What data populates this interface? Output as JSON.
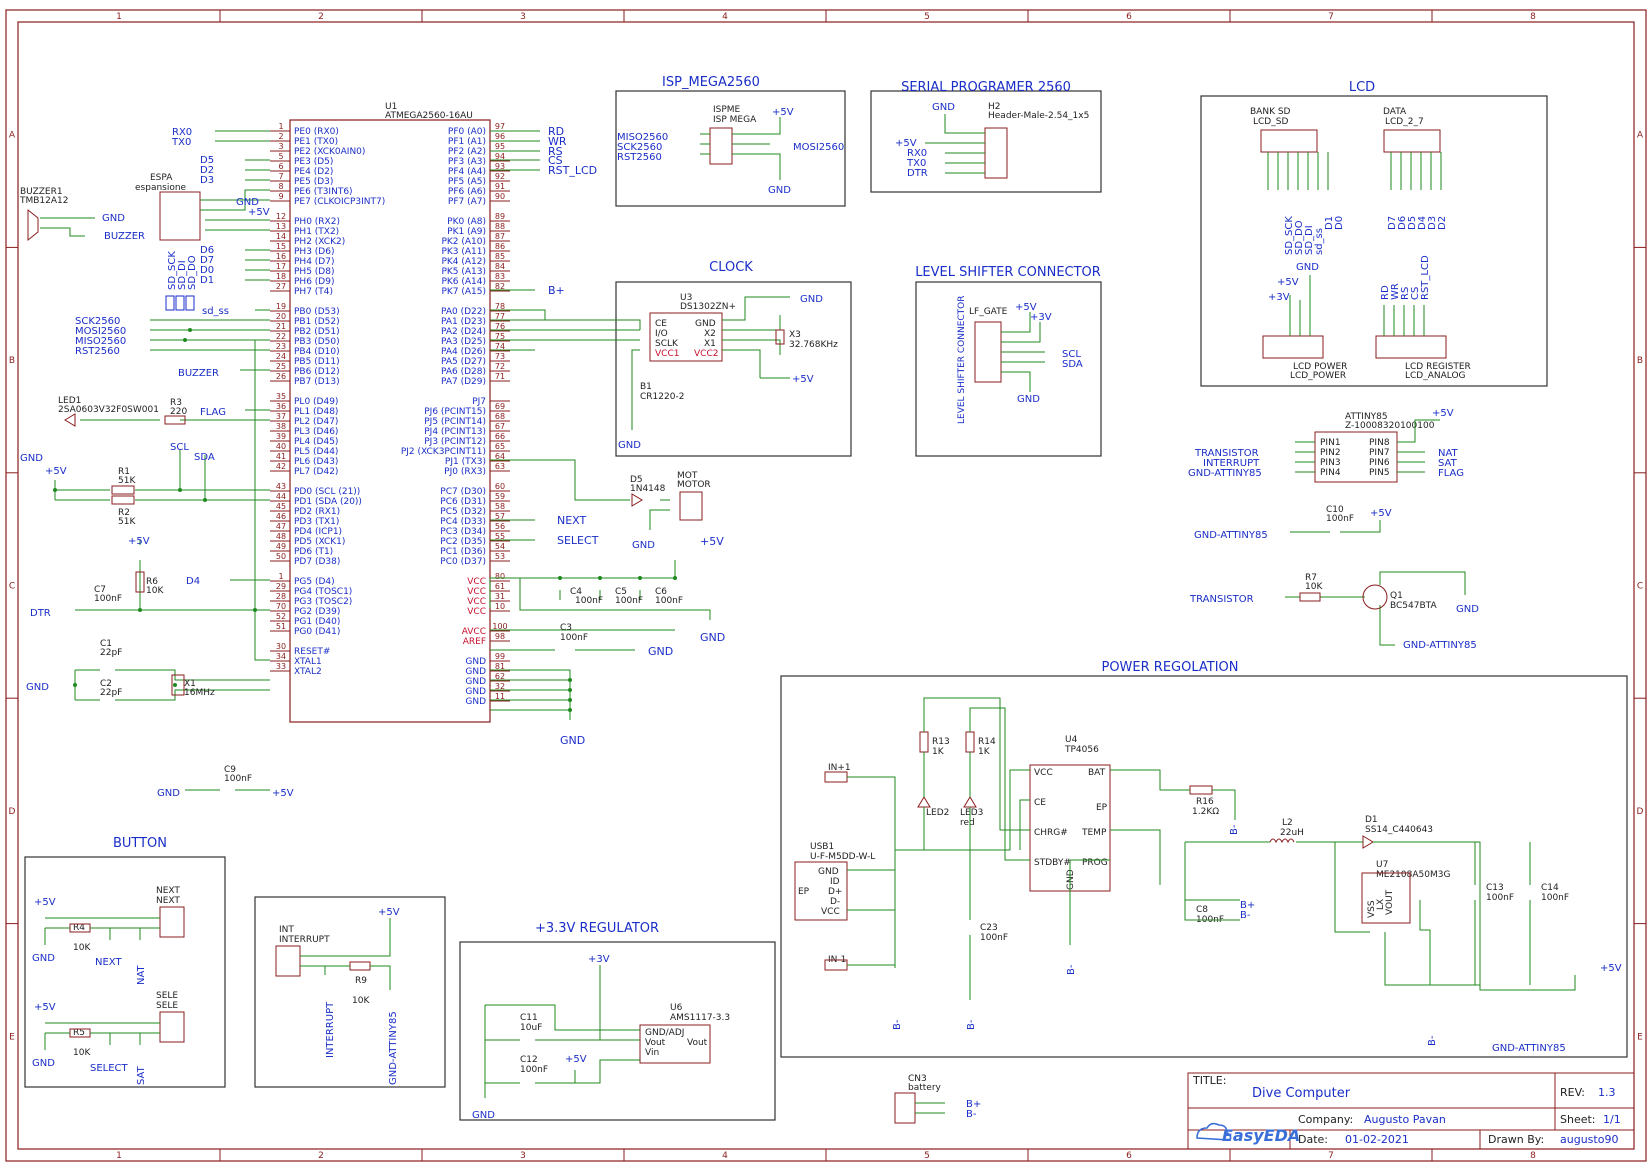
{
  "frame": {
    "columns": [
      "1",
      "2",
      "3",
      "4",
      "5",
      "6",
      "7",
      "8"
    ],
    "rows": [
      "A",
      "B",
      "C",
      "D",
      "E"
    ]
  },
  "blocks": {
    "isp": "ISP_MEGA2560",
    "serial": "SERIAL PROGRAMER 2560",
    "lcd": "LCD",
    "clock": "CLOCK",
    "level": "LEVEL SHIFTER CONNECTOR",
    "power": "POWER REGOLATION",
    "button": "BUTTON",
    "reg": "+3.3V REGULATOR"
  },
  "mcu": {
    "ref": "U1",
    "part": "ATMEGA2560-16AU",
    "left_pins": [
      {
        "n": "1",
        "t": "PE0 (RX0)"
      },
      {
        "n": "2",
        "t": "PE1 (TX0)"
      },
      {
        "n": "3",
        "t": "PE2 (XCK0AIN0)"
      },
      {
        "n": "5",
        "t": "PE3 (D5)"
      },
      {
        "n": "6",
        "t": "PE4 (D2)"
      },
      {
        "n": "7",
        "t": "PE5 (D3)"
      },
      {
        "n": "8",
        "t": "PE6 (T3INT6)"
      },
      {
        "n": "9",
        "t": "PE7 (CLKOICP3INT7)"
      },
      {
        "n": "12",
        "t": "PH0 (RX2)"
      },
      {
        "n": "13",
        "t": "PH1 (TX2)"
      },
      {
        "n": "14",
        "t": "PH2 (XCK2)"
      },
      {
        "n": "15",
        "t": "PH3 (D6)"
      },
      {
        "n": "16",
        "t": "PH4 (D7)"
      },
      {
        "n": "17",
        "t": "PH5 (D8)"
      },
      {
        "n": "18",
        "t": "PH6 (D9)"
      },
      {
        "n": "27",
        "t": "PH7 (T4)"
      },
      {
        "n": "19",
        "t": "PB0 (D53)"
      },
      {
        "n": "20",
        "t": "PB1 (D52)"
      },
      {
        "n": "21",
        "t": "PB2 (D51)"
      },
      {
        "n": "22",
        "t": "PB3 (D50)"
      },
      {
        "n": "23",
        "t": "PB4 (D10)"
      },
      {
        "n": "24",
        "t": "PB5 (D11)"
      },
      {
        "n": "25",
        "t": "PB6 (D12)"
      },
      {
        "n": "26",
        "t": "PB7 (D13)"
      },
      {
        "n": "35",
        "t": "PL0 (D49)"
      },
      {
        "n": "36",
        "t": "PL1 (D48)"
      },
      {
        "n": "37",
        "t": "PL2 (D47)"
      },
      {
        "n": "38",
        "t": "PL3 (D46)"
      },
      {
        "n": "39",
        "t": "PL4 (D45)"
      },
      {
        "n": "40",
        "t": "PL5 (D44)"
      },
      {
        "n": "41",
        "t": "PL6 (D43)"
      },
      {
        "n": "42",
        "t": "PL7 (D42)"
      },
      {
        "n": "43",
        "t": "PD0 (SCL (21))"
      },
      {
        "n": "44",
        "t": "PD1 (SDA (20))"
      },
      {
        "n": "45",
        "t": "PD2 (RX1)"
      },
      {
        "n": "46",
        "t": "PD3 (TX1)"
      },
      {
        "n": "47",
        "t": "PD4 (ICP1)"
      },
      {
        "n": "48",
        "t": "PD5 (XCK1)"
      },
      {
        "n": "49",
        "t": "PD6 (T1)"
      },
      {
        "n": "50",
        "t": "PD7 (D38)"
      },
      {
        "n": "1",
        "t": "PG5 (D4)"
      },
      {
        "n": "29",
        "t": "PG4 (TOSC1)"
      },
      {
        "n": "28",
        "t": "PG3 (TOSC2)"
      },
      {
        "n": "70",
        "t": "PG2 (D39)"
      },
      {
        "n": "52",
        "t": "PG1 (D40)"
      },
      {
        "n": "51",
        "t": "PG0 (D41)"
      },
      {
        "n": "30",
        "t": "RESET#"
      },
      {
        "n": "34",
        "t": "XTAL1"
      },
      {
        "n": "33",
        "t": "XTAL2"
      }
    ],
    "right_pins": [
      {
        "n": "97",
        "t": "PF0 (A0)"
      },
      {
        "n": "96",
        "t": "PF1 (A1)"
      },
      {
        "n": "95",
        "t": "PF2 (A2)"
      },
      {
        "n": "94",
        "t": "PF3 (A3)"
      },
      {
        "n": "93",
        "t": "PF4 (A4)"
      },
      {
        "n": "92",
        "t": "PF5 (A5)"
      },
      {
        "n": "91",
        "t": "PF6 (A6)"
      },
      {
        "n": "90",
        "t": "PF7 (A7)"
      },
      {
        "n": "89",
        "t": "PK0 (A8)"
      },
      {
        "n": "88",
        "t": "PK1 (A9)"
      },
      {
        "n": "87",
        "t": "PK2 (A10)"
      },
      {
        "n": "86",
        "t": "PK3 (A11)"
      },
      {
        "n": "85",
        "t": "PK4 (A12)"
      },
      {
        "n": "84",
        "t": "PK5 (A13)"
      },
      {
        "n": "83",
        "t": "PK6 (A14)"
      },
      {
        "n": "82",
        "t": "PK7 (A15)"
      },
      {
        "n": "78",
        "t": "PA0 (D22)"
      },
      {
        "n": "77",
        "t": "PA1 (D23)"
      },
      {
        "n": "76",
        "t": "PA2 (D24)"
      },
      {
        "n": "75",
        "t": "PA3 (D25)"
      },
      {
        "n": "74",
        "t": "PA4 (D26)"
      },
      {
        "n": "73",
        "t": "PA5 (D27)"
      },
      {
        "n": "72",
        "t": "PA6 (D28)"
      },
      {
        "n": "71",
        "t": "PA7 (D29)"
      },
      {
        "n": "",
        "t": "PJ7"
      },
      {
        "n": "69",
        "t": "PJ6 (PCINT15)"
      },
      {
        "n": "68",
        "t": "PJ5 (PCINT14)"
      },
      {
        "n": "67",
        "t": "PJ4 (PCINT13)"
      },
      {
        "n": "66",
        "t": "PJ3 (PCINT12)"
      },
      {
        "n": "65",
        "t": "PJ2 (XCK3PCINT11)"
      },
      {
        "n": "64",
        "t": "PJ1 (TX3)"
      },
      {
        "n": "63",
        "t": "PJ0 (RX3)"
      },
      {
        "n": "60",
        "t": "PC7 (D30)"
      },
      {
        "n": "59",
        "t": "PC6 (D31)"
      },
      {
        "n": "58",
        "t": "PC5 (D32)"
      },
      {
        "n": "57",
        "t": "PC4 (D33)"
      },
      {
        "n": "56",
        "t": "PC3 (D34)"
      },
      {
        "n": "55",
        "t": "PC2 (D35)"
      },
      {
        "n": "54",
        "t": "PC1 (D36)"
      },
      {
        "n": "53",
        "t": "PC0 (D37)"
      },
      {
        "n": "80",
        "t": "VCC"
      },
      {
        "n": "61",
        "t": "VCC"
      },
      {
        "n": "31",
        "t": "VCC"
      },
      {
        "n": "10",
        "t": "VCC"
      },
      {
        "n": "100",
        "t": "AVCC"
      },
      {
        "n": "98",
        "t": "AREF"
      },
      {
        "n": "99",
        "t": "GND"
      },
      {
        "n": "81",
        "t": "GND"
      },
      {
        "n": "62",
        "t": "GND"
      },
      {
        "n": "32",
        "t": "GND"
      },
      {
        "n": "11",
        "t": "GND"
      }
    ],
    "right_nets": [
      "RD",
      "WR",
      "RS",
      "CS",
      "RST_LCD"
    ]
  },
  "labels": {
    "rx0": "RX0",
    "tx0": "TX0",
    "d5": "D5",
    "d2": "D2",
    "d3": "D3",
    "d6": "D6",
    "d7": "D7",
    "d0": "D0",
    "d1": "D1",
    "espa_ref": "ESPA",
    "espa_part": "espansione",
    "gnd": "GND",
    "p5v": "+5V",
    "p3v": "+3V",
    "buzzer_ref": "BUZZER1",
    "buzzer_part": "TMB12A12",
    "buzzer": "BUZZER",
    "sd_sck": "SD_SCK",
    "sd_di": "SD_DI",
    "sd_do": "SD_DO",
    "sd_ss": "sd_ss",
    "sck": "SCK2560",
    "mosi": "MOSI2560",
    "miso": "MISO2560",
    "rst": "RST2560",
    "led1_ref": "LED1",
    "led1_part": "2SA0603V32F0SW001",
    "r3": "R3",
    "r3v": "220",
    "flag": "FLAG",
    "scl": "SCL",
    "sda": "SDA",
    "r1": "R1",
    "r1v": "51K",
    "r2": "R2",
    "r2v": "51K",
    "r6": "R6",
    "r6v": "10K",
    "d4": "D4",
    "c7": "C7",
    "c7v": "100nF",
    "dtr": "DTR",
    "c1": "C1",
    "c1v": "22pF",
    "c2": "C2",
    "c2v": "22pF",
    "x1": "X1",
    "x1v": "16MHz",
    "c9": "C9",
    "c9v": "100nF",
    "bplus": "B+",
    "bminus": "B-",
    "c4": "C4",
    "c4v": "100nF",
    "c5": "C5",
    "c5v": "100nF",
    "c6": "C6",
    "c6v": "100nF",
    "c3": "C3",
    "c3v": "100nF",
    "next": "NEXT",
    "select": "SELECT",
    "d5diode": "D5",
    "d5part": "1N4148",
    "mot": "MOT",
    "motor": "MOTOR",
    "ispme": "ISPME",
    "ispmega": "ISP MEGA",
    "h2": "H2",
    "h2part": "Header-Male-2.54_1x5",
    "dtr_net": "DTR",
    "u3": "U3",
    "u3part": "DS1302ZN+",
    "x3": "X3",
    "x3v": "32.768KHz",
    "b1": "B1",
    "b1v": "CR1220-2",
    "ce": "CE",
    "io": "I/O",
    "sclk": "SCLK",
    "vcc1": "VCC1",
    "gndpin": "GND",
    "x2": "X2",
    "x1pin": "X1",
    "vcc2": "VCC2",
    "lfgate": "LF_GATE",
    "lsc_rot": "LEVEL SHIFTER CONNECTOR",
    "bank_sd": "BANK SD",
    "lcd_sd": "LCD_SD",
    "data": "DATA",
    "lcd27": "LCD_2_7",
    "sd_sck2": "SD_SCK",
    "sd_do2": "SD_DO",
    "sd_di2": "SD_DI",
    "sd_ss2": "sd_ss",
    "d1n": "D1",
    "d0n": "D0",
    "d7n": "D7",
    "d6n": "D6",
    "d5n": "D5",
    "d4n": "D4",
    "d3n": "D3",
    "d2n": "D2",
    "lcd_power": "LCD POWER",
    "lcd_power2": "LCD_POWER",
    "lcd_reg": "LCD REGISTER",
    "lcd_analog": "LCD_ANALOG",
    "rd": "RD",
    "wr": "WR",
    "rs": "RS",
    "cs": "CS",
    "rst_lcd": "RST_LCD",
    "attiny": "ATTINY85",
    "attiny_part": "Z-10008320100100",
    "pin1": "PIN1",
    "pin2": "PIN2",
    "pin3": "PIN3",
    "pin4": "PIN4",
    "pin8": "PIN8",
    "pin7": "PIN7",
    "pin6": "PIN6",
    "pin5": "PIN5",
    "transistor": "TRANSISTOR",
    "interrupt": "INTERRUPT",
    "gnd_attiny": "GND-ATTINY85",
    "nat": "NAT",
    "sat": "SAT",
    "c10": "C10",
    "c10v": "100nF",
    "r7": "R7",
    "r7v": "10K",
    "q1": "Q1",
    "q1part": "BC547BTA",
    "in1p": "IN+1",
    "in1m": "IN-1",
    "usb1": "USB1",
    "usbpart": "U-F-M5DD-W-L",
    "usb_gnd": "GND",
    "usb_id": "ID",
    "usb_dp": "D+",
    "usb_dm": "D-",
    "usb_vcc": "VCC",
    "usb_ep": "EP",
    "r13": "R13",
    "r13v": "1K",
    "r14": "R14",
    "r14v": "1K",
    "led2": "LED2",
    "led3": "LED3",
    "led3c": "red",
    "c23": "C23",
    "c23v": "100nF",
    "u4": "U4",
    "u4part": "TP4056",
    "u4_vcc": "VCC",
    "u4_ce": "CE",
    "u4_chrg": "CHRG#",
    "u4_stdby": "STDBY#",
    "u4_bat": "BAT",
    "u4_ep": "EP",
    "u4_temp": "TEMP",
    "u4_prog": "PROG",
    "u4_gnd": "GND",
    "r16": "R16",
    "r16v": "1.2KΩ",
    "c8": "C8",
    "c8v": "100nF",
    "l2": "L2",
    "l2v": "22uH",
    "d1part": "SS14_C440643",
    "u7": "U7",
    "u7part": "ME2108A50M3G",
    "vss": "VSS",
    "lx": "LX",
    "vout": "VOUT",
    "c13": "C13",
    "c13v": "100nF",
    "c14": "C14",
    "c14v": "100nF",
    "next_ref": "NEXT",
    "next_part": "NEXT",
    "sele_ref": "SELE",
    "sele_part": "SELE",
    "r4": "R4",
    "r4v": "10K",
    "r5": "R5",
    "r5v": "10K",
    "int_ref": "INT",
    "int_part": "INTERRUPT",
    "r9": "R9",
    "r9v": "10K",
    "u6": "U6",
    "u6part": "AMS1117-3.3",
    "gndadj": "GND/ADJ",
    "vout2": "Vout",
    "vout3": "Vout",
    "vin": "Vin",
    "c11": "C11",
    "c11v": "10uF",
    "c12": "C12",
    "c12v": "100nF",
    "cn3": "CN3",
    "cn3part": "battery"
  },
  "title_block": {
    "title_label": "TITLE:",
    "title": "Dive Computer",
    "rev_label": "REV:",
    "rev": "1.3",
    "company_label": "Company:",
    "company": "Augusto Pavan",
    "sheet_label": "Sheet:",
    "sheet": "1/1",
    "date_label": "Date:",
    "date": "01-02-2021",
    "drawn_label": "Drawn By:",
    "drawn": "augusto90",
    "logo": "EasyEDA"
  },
  "colors": {
    "border": "#8b1c1c",
    "wire": "#1f8a1f",
    "text": "#1a2ec8",
    "part": "#c8102e",
    "frame_text": "#8b1c1c"
  }
}
